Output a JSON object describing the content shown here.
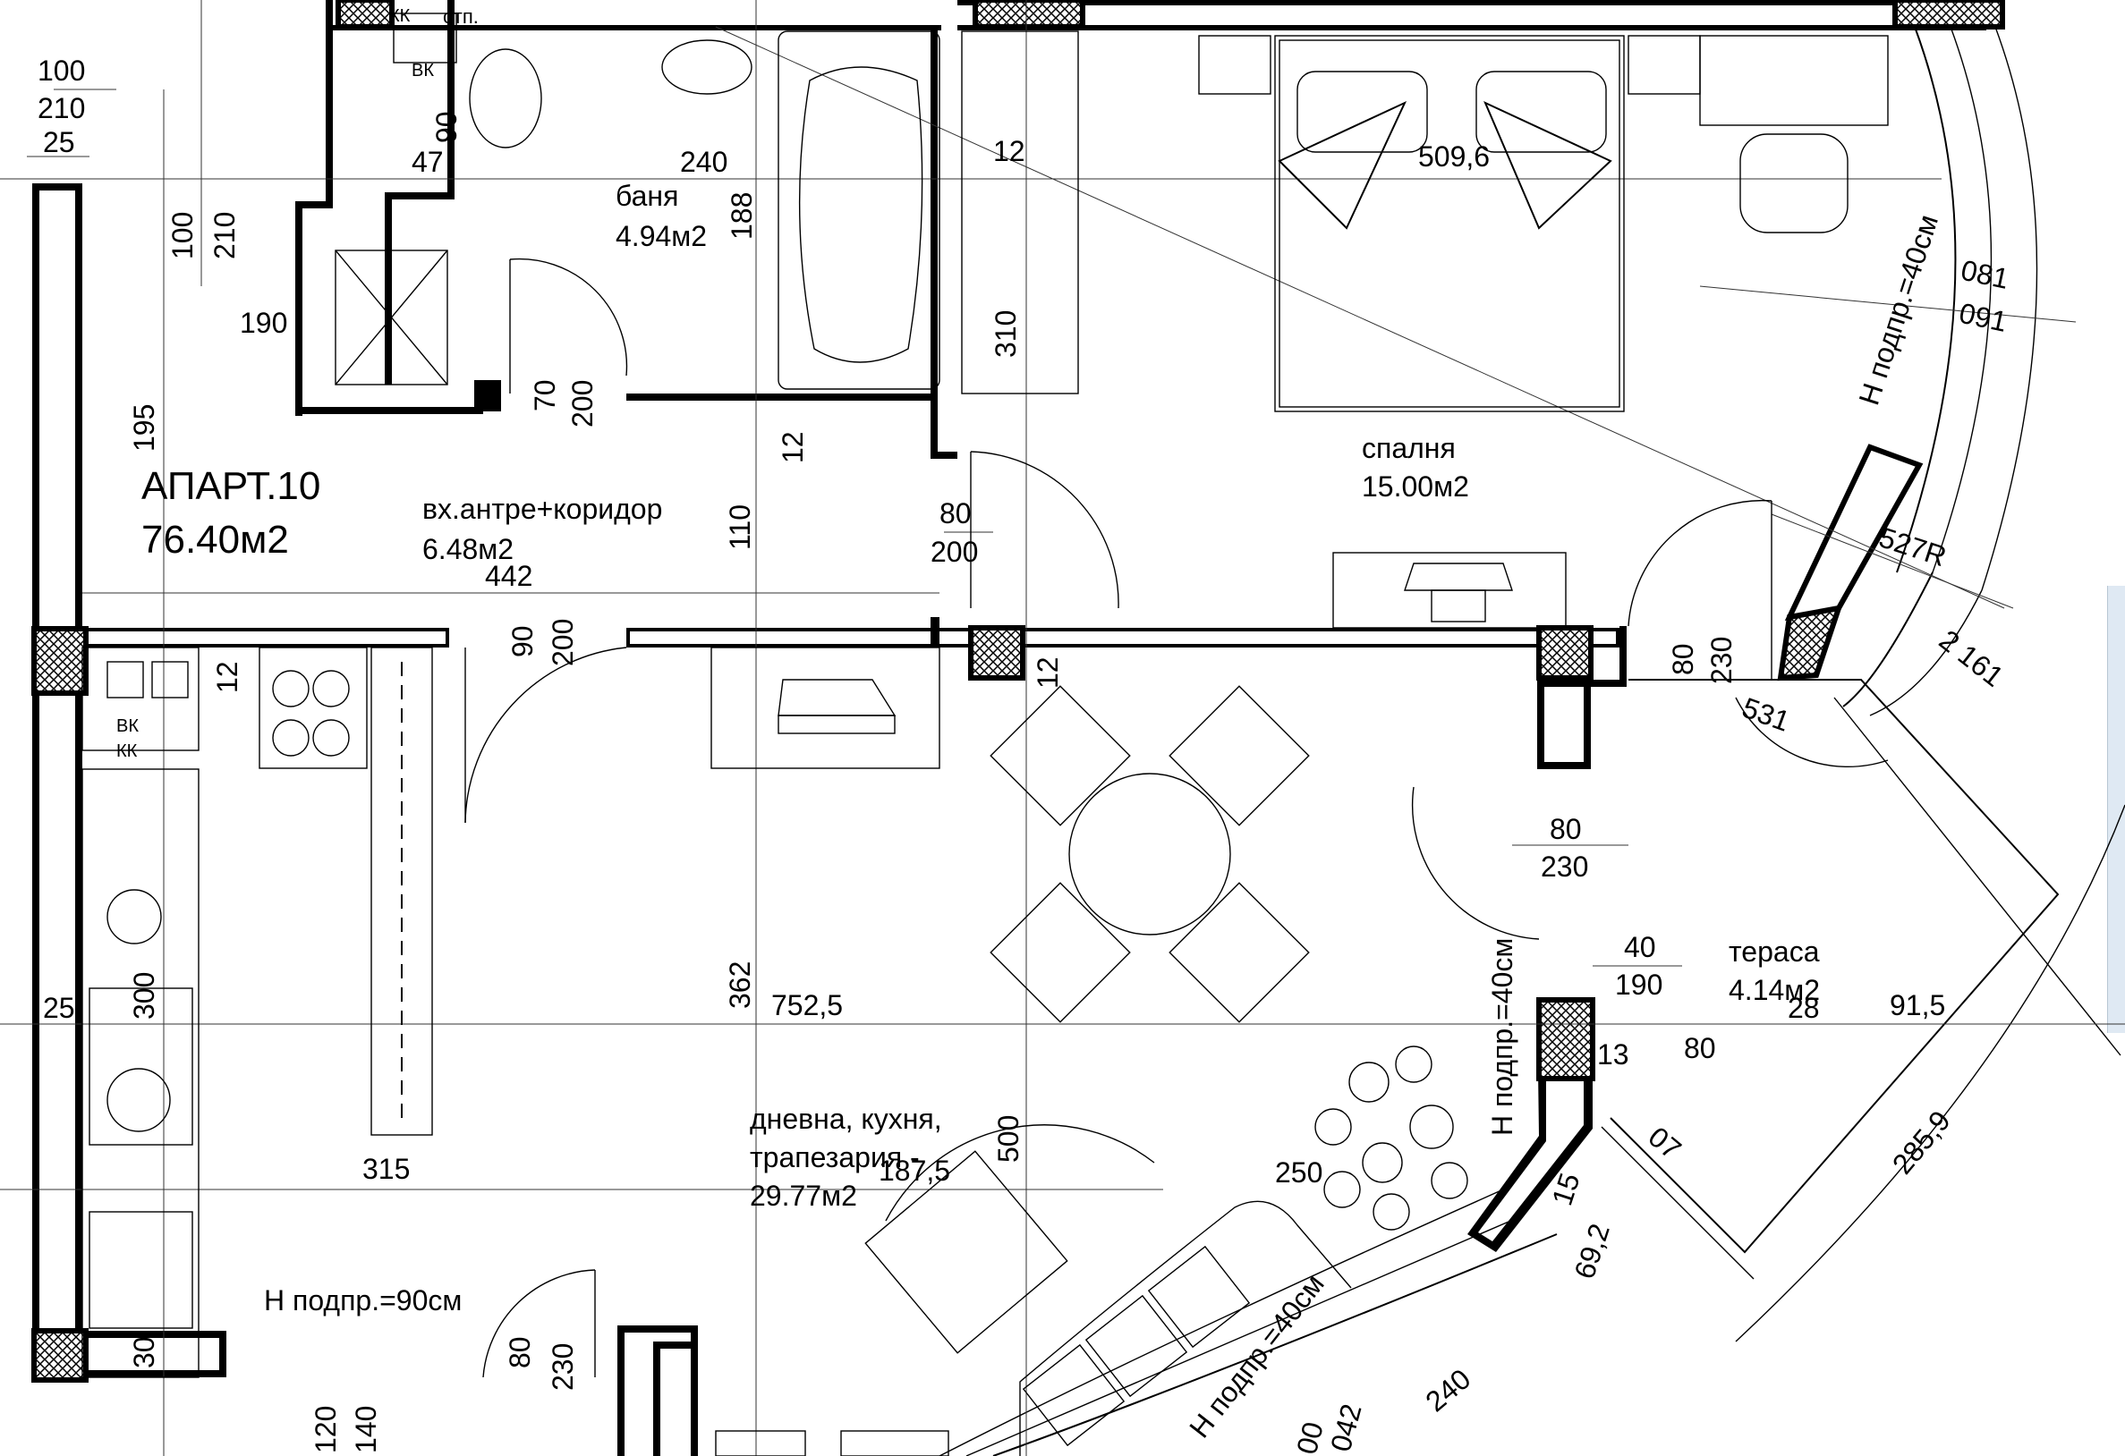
{
  "apartment": {
    "name": "АПАРТ.10",
    "area": "76.40м2"
  },
  "rooms": {
    "bath": {
      "name": "баня",
      "area": "4.94м2"
    },
    "hall": {
      "name": "вх.антре+коридор",
      "area": "6.48м2"
    },
    "bedroom": {
      "name": "спалня",
      "area": "15.00м2"
    },
    "living_1": "дневна, кухня,",
    "living_2": "трапезария -",
    "living_3": "29.77м2",
    "terrace": {
      "name": "тераса",
      "area": "4.14м2"
    }
  },
  "notes": {
    "sill_40_a": "Н подпр.=40см",
    "sill_40_b": "Н подпр.=40см",
    "sill_40_c": "Н подпр.=40см",
    "sill_90": "Н подпр.=90см"
  },
  "fixtures": {
    "kk1": "КК",
    "vk1": "ВК",
    "vk2": "ВК",
    "kk2": "КК",
    "otp": "отп."
  },
  "dims": {
    "d100": "100",
    "d210": "210",
    "d25a": "25",
    "d100v": "100",
    "d210v": "210",
    "d190": "190",
    "d195": "195",
    "d47": "47",
    "d90v": "90",
    "d240": "240",
    "d188": "188",
    "d12a": "12",
    "d310": "310",
    "d5096": "509,6",
    "d70": "70",
    "d200a": "200",
    "d12b": "12",
    "d110": "110",
    "d80a": "80",
    "d200b": "200",
    "d442": "442",
    "d90b": "90",
    "d200c": "200",
    "d12c": "12",
    "d12d": "12",
    "d081": "081",
    "d091": "091",
    "d527": "527R",
    "d80b": "80",
    "d230b": "230",
    "d531": "531",
    "d2161": "2 161",
    "d80c": "80",
    "d230c": "230",
    "d40": "40",
    "d190b": "190",
    "d28": "28",
    "d915": "91,5",
    "d13": "13",
    "d80d": "80",
    "d362": "362",
    "d7525": "752,5",
    "d25b": "25",
    "d300": "300",
    "d315": "315",
    "d1875": "187,5",
    "d500": "500",
    "d250": "250",
    "d07": "07",
    "d2859": "285,9",
    "d692": "69,2",
    "d15": "15",
    "d80e": "80",
    "d230e": "230",
    "d30": "30",
    "d120": "120",
    "d140": "140",
    "d240b": "240",
    "d042": "042",
    "d00": "00"
  }
}
